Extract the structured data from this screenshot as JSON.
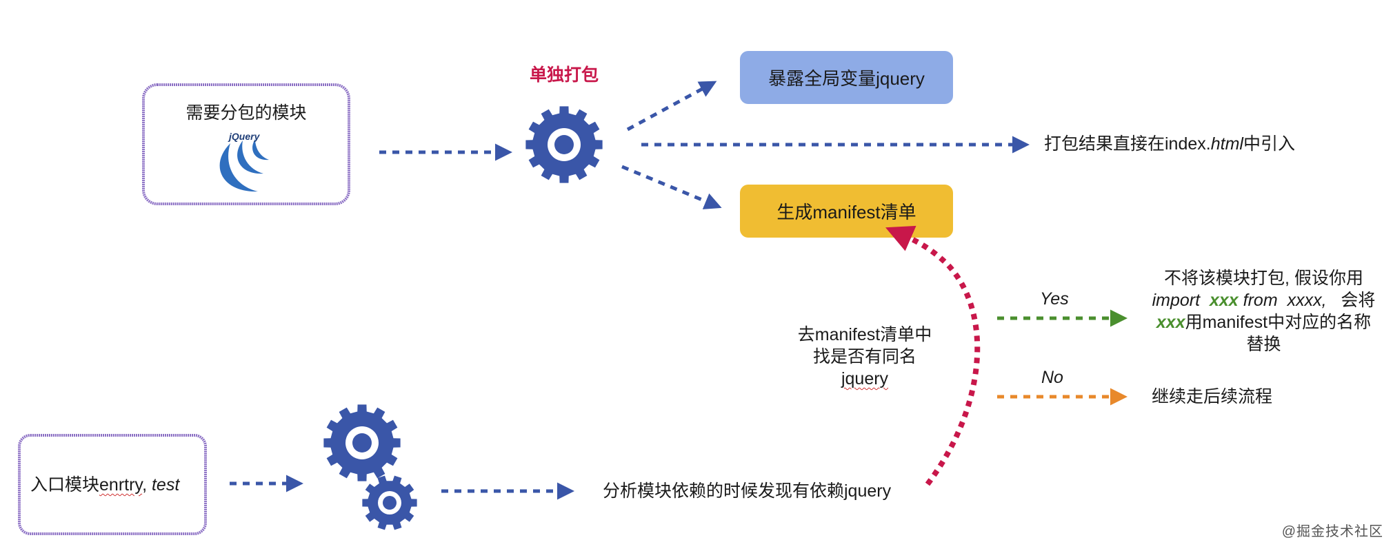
{
  "nodes": {
    "split_module": {
      "title": "需要分包的模块",
      "logo_text": "jQuery"
    },
    "bundle_alone": {
      "label": "单独打包"
    },
    "expose_global": {
      "label": "暴露全局变量jquery"
    },
    "direct_include": {
      "prefix": "打包结果直接在index.",
      "italic": "html",
      "suffix": "中引入"
    },
    "manifest": {
      "label": "生成manifest清单"
    },
    "entry": {
      "prefix": "入口模块",
      "squiggle": "enrtry",
      "sep": ", ",
      "italic": "test"
    },
    "analyze": {
      "label": "分析模块依赖的时候发现有依赖jquery"
    },
    "lookup": {
      "line1": "去manifest清单中",
      "line2": "找是否有同名",
      "line3": "jquery"
    },
    "yes_result": {
      "line1": "不将该模块打包, 假设你用",
      "line2_a": "import",
      "line2_b": "xxx",
      "line2_c": "from",
      "line2_d": "xxxx,",
      "line2_e": "会将",
      "line3_a": "xxx",
      "line3_b": "用manifest中对应的名称",
      "line4": "替换"
    },
    "no_result": {
      "label": "继续走后续流程"
    }
  },
  "edges": {
    "yes_label": "Yes",
    "no_label": "No"
  },
  "watermark": "@掘金技术社区",
  "colors": {
    "arrow_blue": "#3a56a8",
    "gear_blue": "#3a56a8",
    "box_border": "#8b6fc4",
    "expose_fill": "#8eabe6",
    "manifest_fill": "#f0bd32",
    "red": "#c8174a",
    "green": "#4a8f2e",
    "orange": "#e8892b"
  },
  "icons": [
    "gear-icon",
    "jquery-logo-icon",
    "arrow-icon"
  ]
}
